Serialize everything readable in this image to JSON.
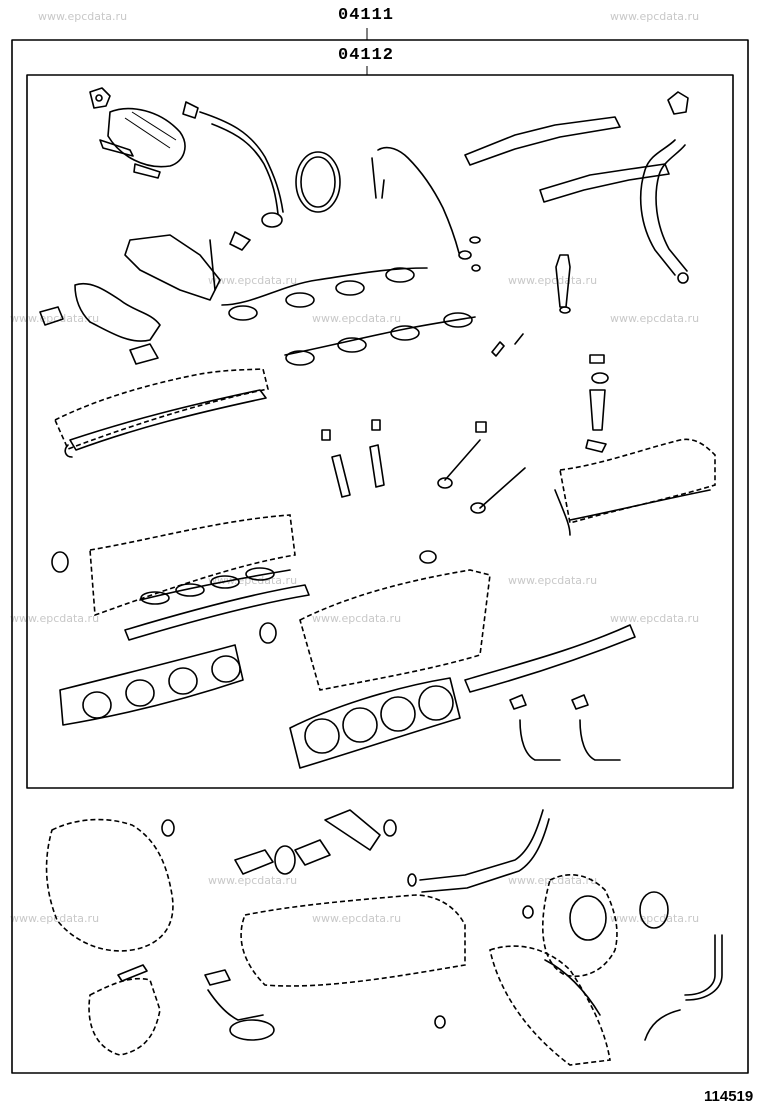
{
  "watermarks": {
    "text": "www.epcdata.ru"
  },
  "labels": {
    "outer_kit": "04111",
    "inner_kit": "04112",
    "diagram_id": "114519"
  }
}
